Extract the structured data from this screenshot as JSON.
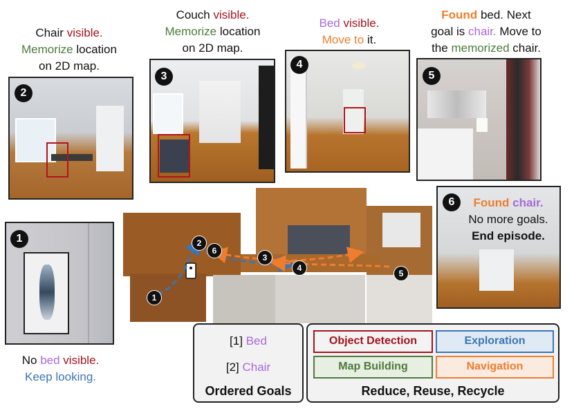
{
  "captions": {
    "c1": {
      "w1": "No",
      "w2": "bed",
      "w3": "visible.",
      "w4": "Keep looking."
    },
    "c2": {
      "w1": "Chair",
      "w2": "visible.",
      "w3": "Memorize",
      "w4": "location",
      "w5": "on 2D map."
    },
    "c3": {
      "w1": "Couch",
      "w2": "visible.",
      "w3": "Memorize",
      "w4": "location",
      "w5": "on 2D map."
    },
    "c4": {
      "w1": "Bed",
      "w2": "visible.",
      "w3": "Move to",
      "w4": "it."
    },
    "c5": {
      "w1": "Found",
      "w2": "bed. Next",
      "w3": "goal is",
      "w4": "chair.",
      "w5": "Move to",
      "w6": "the",
      "w7": "memorized",
      "w8": "chair."
    },
    "c6": {
      "w1": "Found",
      "w2": "chair.",
      "w3": "No more goals.",
      "w4": "End episode."
    }
  },
  "steps": [
    "1",
    "2",
    "3",
    "4",
    "5",
    "6"
  ],
  "goals": {
    "g1_index": "[1]",
    "g1_name": "Bed",
    "g2_index": "[2]",
    "g2_name": "Chair",
    "title": "Ordered Goals"
  },
  "modules": {
    "object_detection": "Object Detection",
    "exploration": "Exploration",
    "map_building": "Map Building",
    "navigation": "Navigation",
    "title": "Reduce, Reuse, Recycle"
  },
  "colors": {
    "detection": "#a3141d",
    "mapping": "#4e7a3a",
    "goal": "#a86ad6",
    "navigation": "#ef7d2d",
    "exploration": "#3c74b4"
  }
}
